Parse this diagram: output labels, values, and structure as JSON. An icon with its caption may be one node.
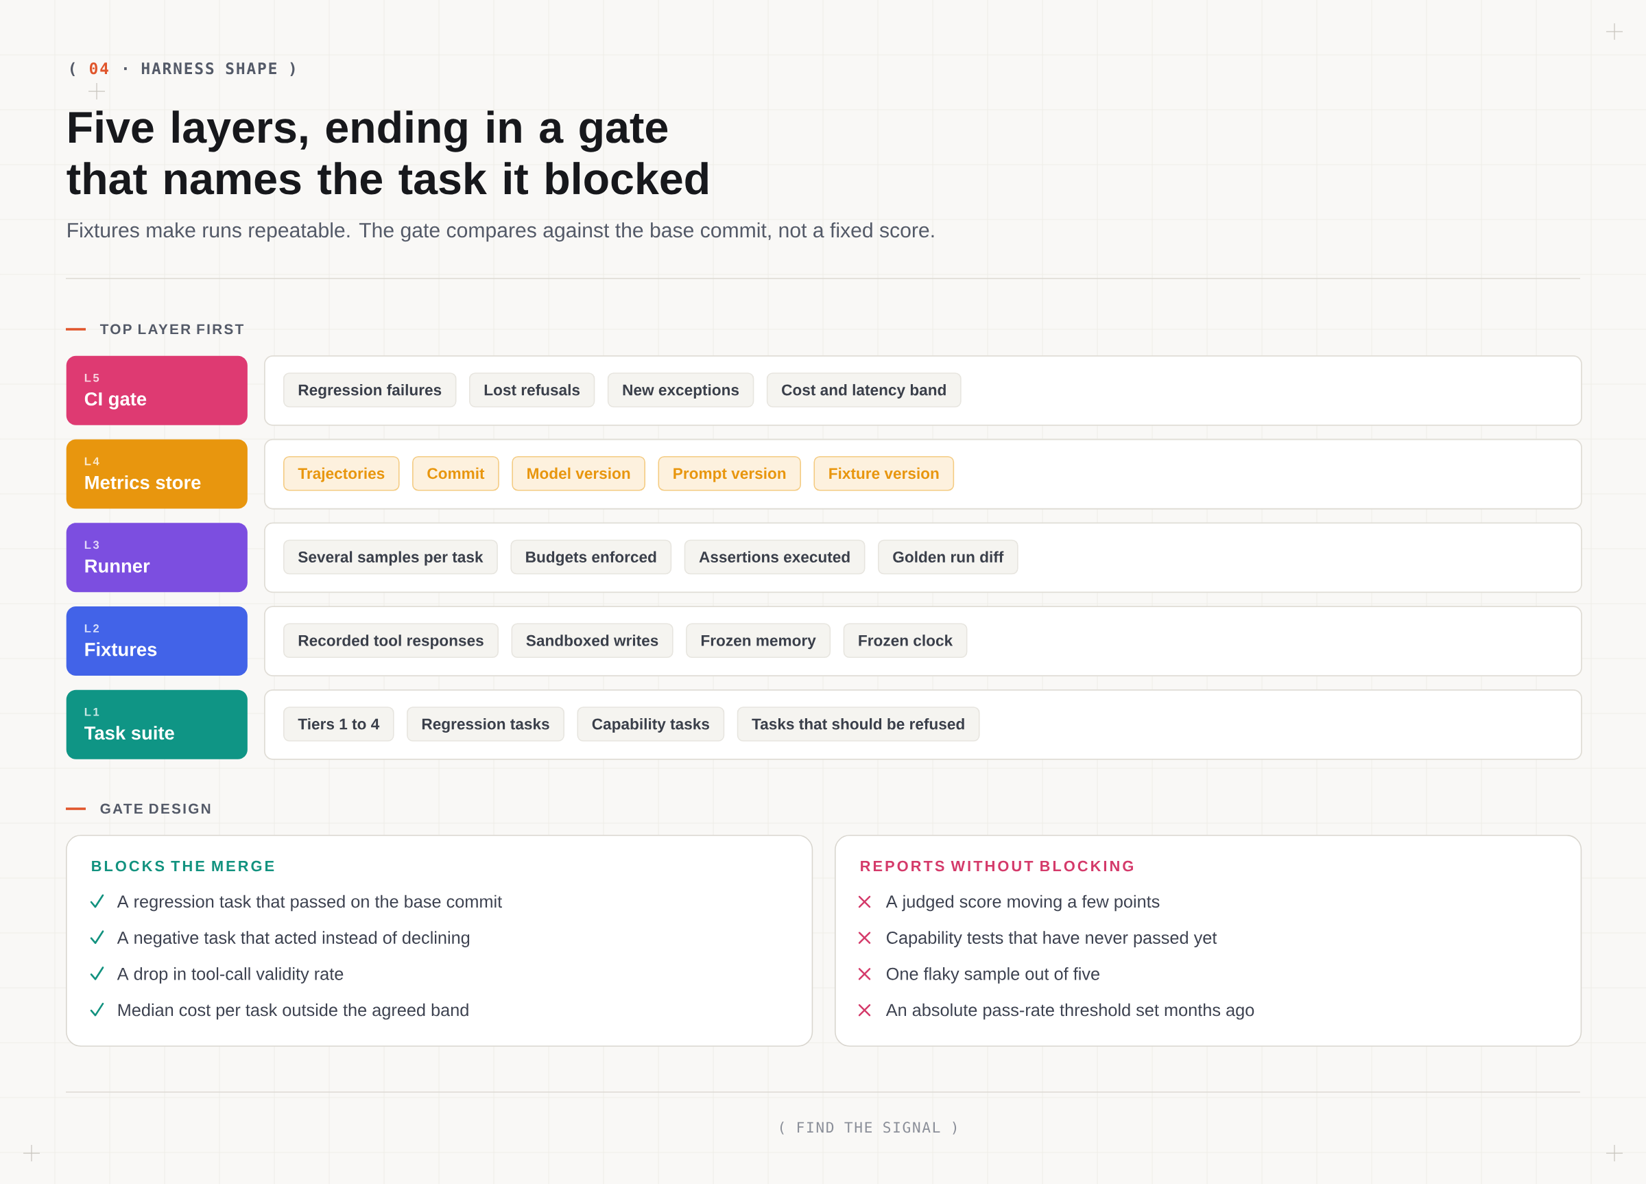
{
  "diagram": {
    "title": "Five layers, ending in a gate that names the task it blocked",
    "nodes": [
      {
        "text": [
          "L5",
          "CI gate"
        ]
      },
      {
        "text": [],
        "shape": "box"
      },
      {
        "text": [
          "Regression failures"
        ],
        "in": 1
      },
      {
        "text": [
          "Lost refusals"
        ],
        "in": 1
      },
      {
        "text": [
          "New exceptions"
        ],
        "in": 1
      },
      {
        "text": [
          "Cost and latency band"
        ],
        "in": 1
      },
      {
        "text": [
          "L4",
          "Metrics store"
        ]
      },
      {
        "text": [],
        "shape": "box"
      },
      {
        "text": [
          "Trajectories"
        ],
        "in": 7
      },
      {
        "text": [
          "Commit"
        ],
        "in": 7
      },
      {
        "text": [
          "Model version"
        ],
        "in": 7
      },
      {
        "text": [
          "Prompt version"
        ],
        "in": 7
      },
      {
        "text": [
          "Fixture version"
        ],
        "in": 7
      },
      {
        "text": [
          "L3",
          "Runner"
        ]
      },
      {
        "text": [],
        "shape": "box"
      },
      {
        "text": [
          "Several samples per task"
        ],
        "in": 14
      },
      {
        "text": [
          "Budgets enforced"
        ],
        "in": 14
      },
      {
        "text": [
          "Assertions executed"
        ],
        "in": 14
      },
      {
        "text": [
          "Golden run diff"
        ],
        "in": 14
      },
      {
        "text": [
          "L2",
          "Fixtures"
        ]
      },
      {
        "text": [],
        "shape": "box"
      },
      {
        "text": [
          "Recorded tool responses"
        ],
        "in": 20
      },
      {
        "text": [
          "Sandboxed writes"
        ],
        "in": 20
      },
      {
        "text": [
          "Frozen memory"
        ],
        "in": 20
      },
      {
        "text": [
          "Frozen clock"
        ],
        "in": 20
      },
      {
        "text": [
          "L1",
          "Task suite"
        ]
      },
      {
        "text": [],
        "shape": "box"
      },
      {
        "text": [
          "Tiers 1 to 4"
        ],
        "in": 26
      },
      {
        "text": [
          "Regression tasks"
        ],
        "in": 26
      },
      {
        "text": [
          "Capability tasks"
        ],
        "in": 26
      },
      {
        "text": [
          "Tasks that should be refused"
        ],
        "in": 26
      },
      {
        "text": [
          "BLOCKS THE MERGE",
          "A regression task that passed on the base commit",
          "A negative task that acted instead of declining",
          "A drop in tool-call validity rate",
          "Median cost per task outside the agreed band"
        ]
      },
      {
        "text": [
          "REPORTS WITHOUT BLOCKING",
          "A judged score moving a few points",
          "Capability tests that have never passed yet",
          "One flaky sample out of five",
          "An absolute pass-rate threshold set months ago"
        ]
      }
    ],
    "labels": [
      "(",
      "04",
      "· HARNESS SHAPE )",
      "Fixtures make runs repeatable. The gate compares against the base commit, not a fixed score.",
      "TOP LAYER FIRST",
      "GATE DESIGN",
      "( FIND THE SIGNAL )"
    ]
  }
}
